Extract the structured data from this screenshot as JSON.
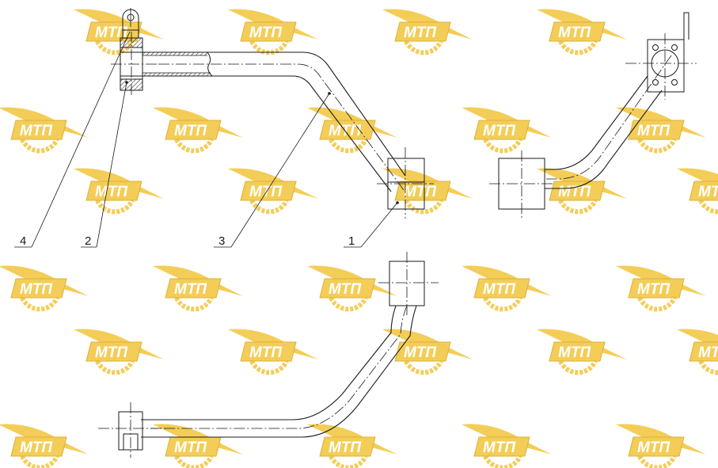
{
  "watermark": {
    "text": "МТП",
    "color_gold": "#f2c53a",
    "color_outline": "#d9a418",
    "icon": "gear-logo-icon"
  },
  "callouts": [
    {
      "id": "4",
      "label": "4"
    },
    {
      "id": "2",
      "label": "2"
    },
    {
      "id": "3",
      "label": "3"
    },
    {
      "id": "1",
      "label": "1"
    }
  ]
}
